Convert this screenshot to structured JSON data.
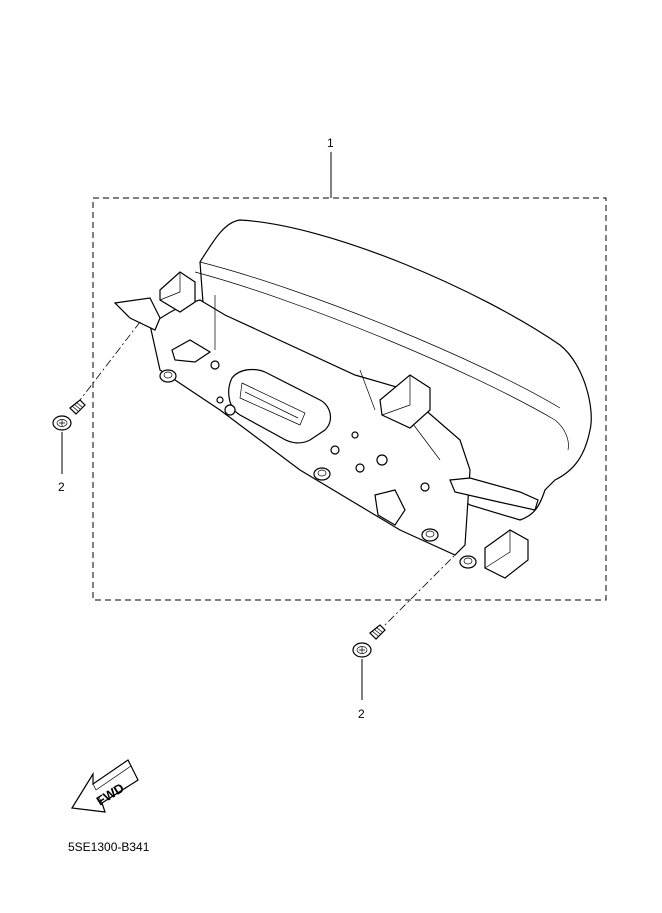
{
  "callouts": [
    {
      "id": "1",
      "text": "1"
    },
    {
      "id": "2a",
      "text": "2"
    },
    {
      "id": "2b",
      "text": "2"
    }
  ],
  "fwd_label": "FWD",
  "diagram_code": "5SE1300-B341",
  "colors": {
    "line": "#000000",
    "background": "#ffffff"
  },
  "icons": [
    "meter-assembly-icon",
    "screw-icon",
    "fwd-arrow-icon"
  ]
}
